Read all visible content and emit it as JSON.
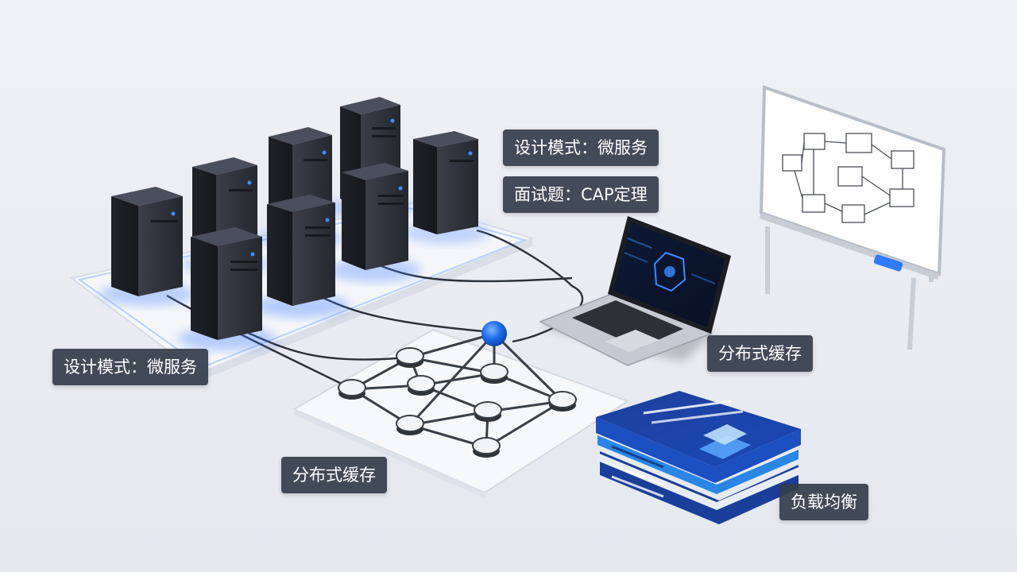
{
  "labels": {
    "design_pattern_top": "设计模式：微服务",
    "interview_question": "面试题：CAP定理",
    "design_pattern_left": "设计模式：微服务",
    "distributed_cache_right": "分布式缓存",
    "distributed_cache_bottom": "分布式缓存",
    "load_balancing": "负载均衡"
  },
  "icons": {
    "servers": "server-tower-icon",
    "network": "network-graph-icon",
    "laptop": "laptop-icon",
    "whiteboard": "whiteboard-flowchart-icon",
    "books": "book-stack-icon"
  },
  "colors": {
    "accent_blue": "#2f7bff",
    "node_blue": "#1e6fe8",
    "label_bg": "#343c4a",
    "label_text": "#ffffff",
    "server_body": "#2b2f37",
    "book_blue": "#1f4fb8"
  }
}
